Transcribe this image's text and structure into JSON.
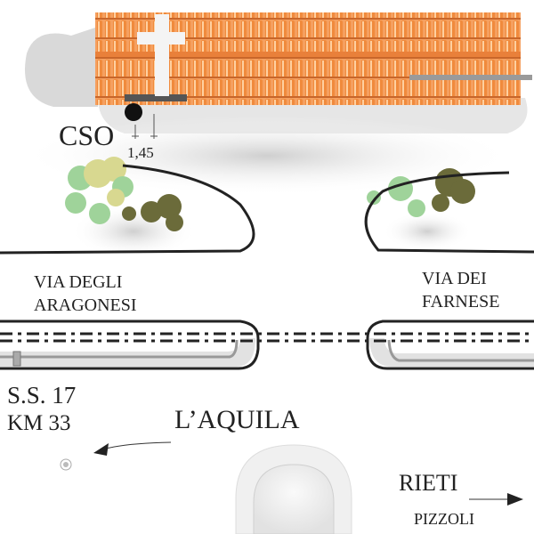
{
  "map": {
    "building_label": "CSO",
    "dimension_label": "1,45",
    "street_left": [
      "VIA DEGLI",
      "ARAGONESI"
    ],
    "street_right": [
      "VIA DEI",
      "FARNESE"
    ],
    "road_name": "S.S. 17",
    "road_km": "KM 33",
    "direction_left": "L’AQUILA",
    "direction_right": "RIETI",
    "direction_right_sub": "PIZZOLI"
  },
  "colors": {
    "roof": "#f08a3c",
    "roof_dark": "#c8662a",
    "shadow": "#d8d8d8",
    "road_line": "#222222",
    "tree_light": "#9fd39a",
    "tree_yellow": "#d8d890",
    "tree_dark": "#6b6b3a"
  }
}
